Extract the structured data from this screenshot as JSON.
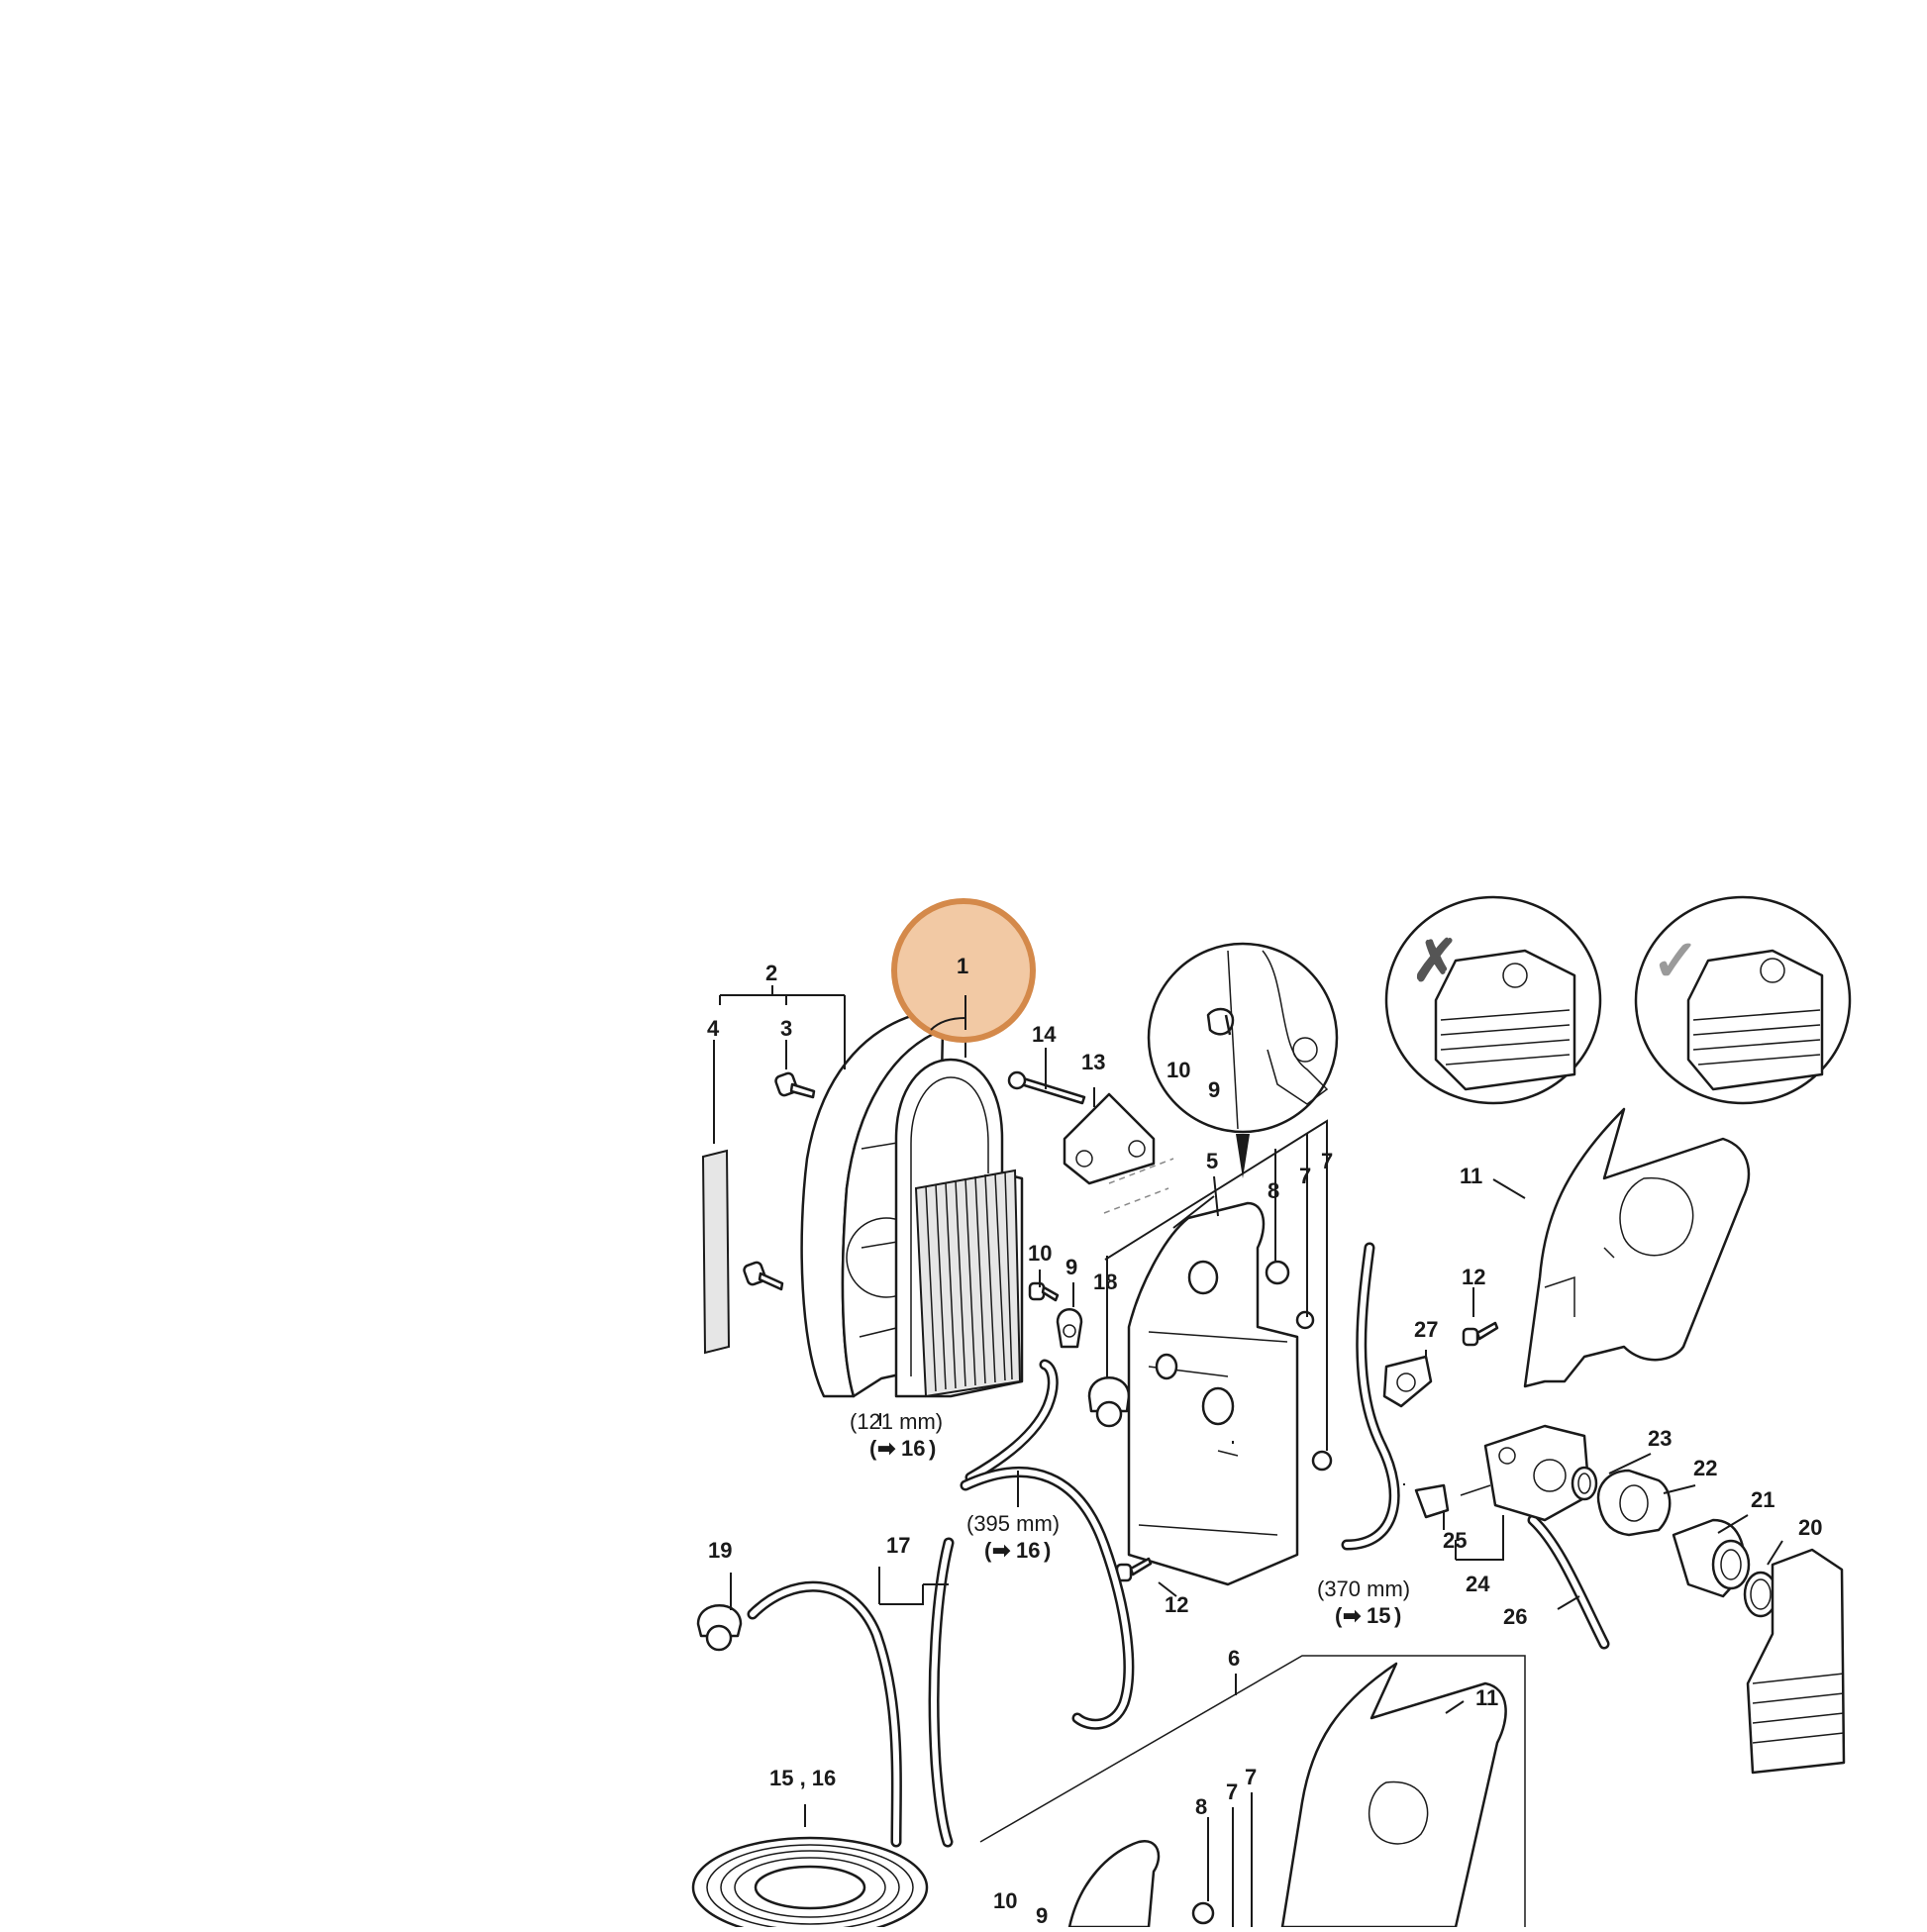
{
  "diagram": {
    "highlight": {
      "label": "1",
      "color": "#d4894a",
      "fill": "#f2c9a4"
    },
    "labels": {
      "p1": "1",
      "p2": "2",
      "p3": "3",
      "p4": "4",
      "p5": "5",
      "p6": "6",
      "p7a": "7",
      "p7b": "7",
      "p7c": "7",
      "p7d": "7",
      "p8a": "8",
      "p8b": "8",
      "p9a": "9",
      "p9b": "9",
      "p9c": "9",
      "p10a": "10",
      "p10b": "10",
      "p10c": "10",
      "p11a": "11",
      "p11b": "11",
      "p12a": "12",
      "p12b": "12",
      "p13": "13",
      "p14": "14",
      "p15_16": "15 , 16",
      "p17": "17",
      "p18": "18",
      "p19": "19",
      "p20": "20",
      "p21": "21",
      "p22": "22",
      "p23": "23",
      "p24": "24",
      "p25": "25",
      "p26": "26",
      "p27": "27"
    },
    "notes": {
      "hose_121": "(121 mm)",
      "hose_121_ref": "16",
      "hose_395": "(395 mm)",
      "hose_395_ref": "16",
      "hose_370": "(370 mm)",
      "hose_370_ref": "15"
    },
    "inset_marks": {
      "wrong": "✗",
      "right": "✓"
    },
    "colors": {
      "line": "#1a1a1a",
      "mark_grey": "#9a9a9a"
    }
  }
}
